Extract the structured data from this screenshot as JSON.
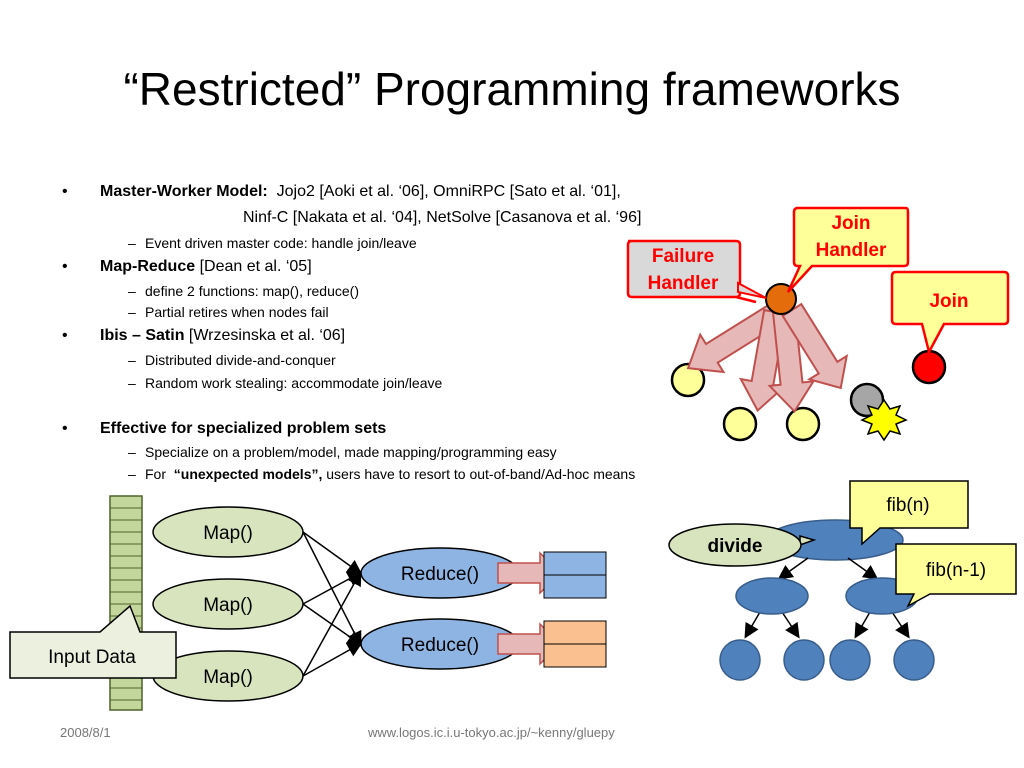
{
  "slide": {
    "title": "“Restricted” Programming frameworks",
    "footer_date": "2008/8/1",
    "footer_url": "www.logos.ic.i.u-tokyo.ac.jp/~kenny/gluepy"
  },
  "bullets": {
    "b1_label": "Master-Worker Model:",
    "b1_text": "Jojo2 [Aoki et al. ‘06], OmniRPC [Sato et al. ‘01],",
    "b1_text2": "Ninf-C [Nakata et al. ‘04], NetSolve [Casanova et al. ‘96]",
    "b1_sub1": "Event driven master code: handle join/leave",
    "b2_label": "Map-Reduce",
    "b2_text": " [Dean et al. ‘05]",
    "b2_sub1": "define 2 functions: map(), reduce()",
    "b2_sub2": "Partial retires when nodes fail",
    "b3_label": "Ibis – Satin",
    "b3_text": " [Wrzesinska et al. ‘06]",
    "b3_sub1": "Distributed divide-and-conquer",
    "b3_sub2": "Random work stealing: accommodate join/leave",
    "b4_label": "Effective for specialized problem sets",
    "b4_sub1": "Specialize on a problem/model, made mapping/programming easy",
    "b4_sub2_pre": "For ",
    "b4_sub2_bold": "“unexpected models”,",
    "b4_sub2_post": " users have to resort to out-of-band/Ad-hoc means",
    "bullet_char": "•",
    "dash_char": "–"
  },
  "master_worker_diagram": {
    "join_handler_label": [
      "Join",
      "Handler"
    ],
    "failure_handler_label": [
      "Failure",
      "Handler"
    ],
    "join_label": "Join",
    "colors": {
      "red_text": "#ff0000",
      "callout_fill": "#ffff99",
      "master_node": "#e46c0a",
      "worker_node": "#ffff99",
      "new_node": "#ff0000",
      "arrow_fill": "#e6b8b7"
    }
  },
  "mapreduce_diagram": {
    "map_label": "Map()",
    "reduce_label": "Reduce()",
    "input_label": "Input Data",
    "colors": {
      "map_fill": "#d7e4bd",
      "reduce_fill": "#8eb4e3",
      "input_stack": "#c3d69b",
      "out_blue": "#8eb4e3",
      "out_orange": "#fac090"
    }
  },
  "satin_diagram": {
    "divide_label": "divide",
    "fib_n_label": "fib(n)",
    "fib_n1_label": "fib(n-1)",
    "colors": {
      "node_fill": "#4f81bd",
      "callout_fill": "#ffff99",
      "divide_fill": "#d7e4bd"
    }
  }
}
